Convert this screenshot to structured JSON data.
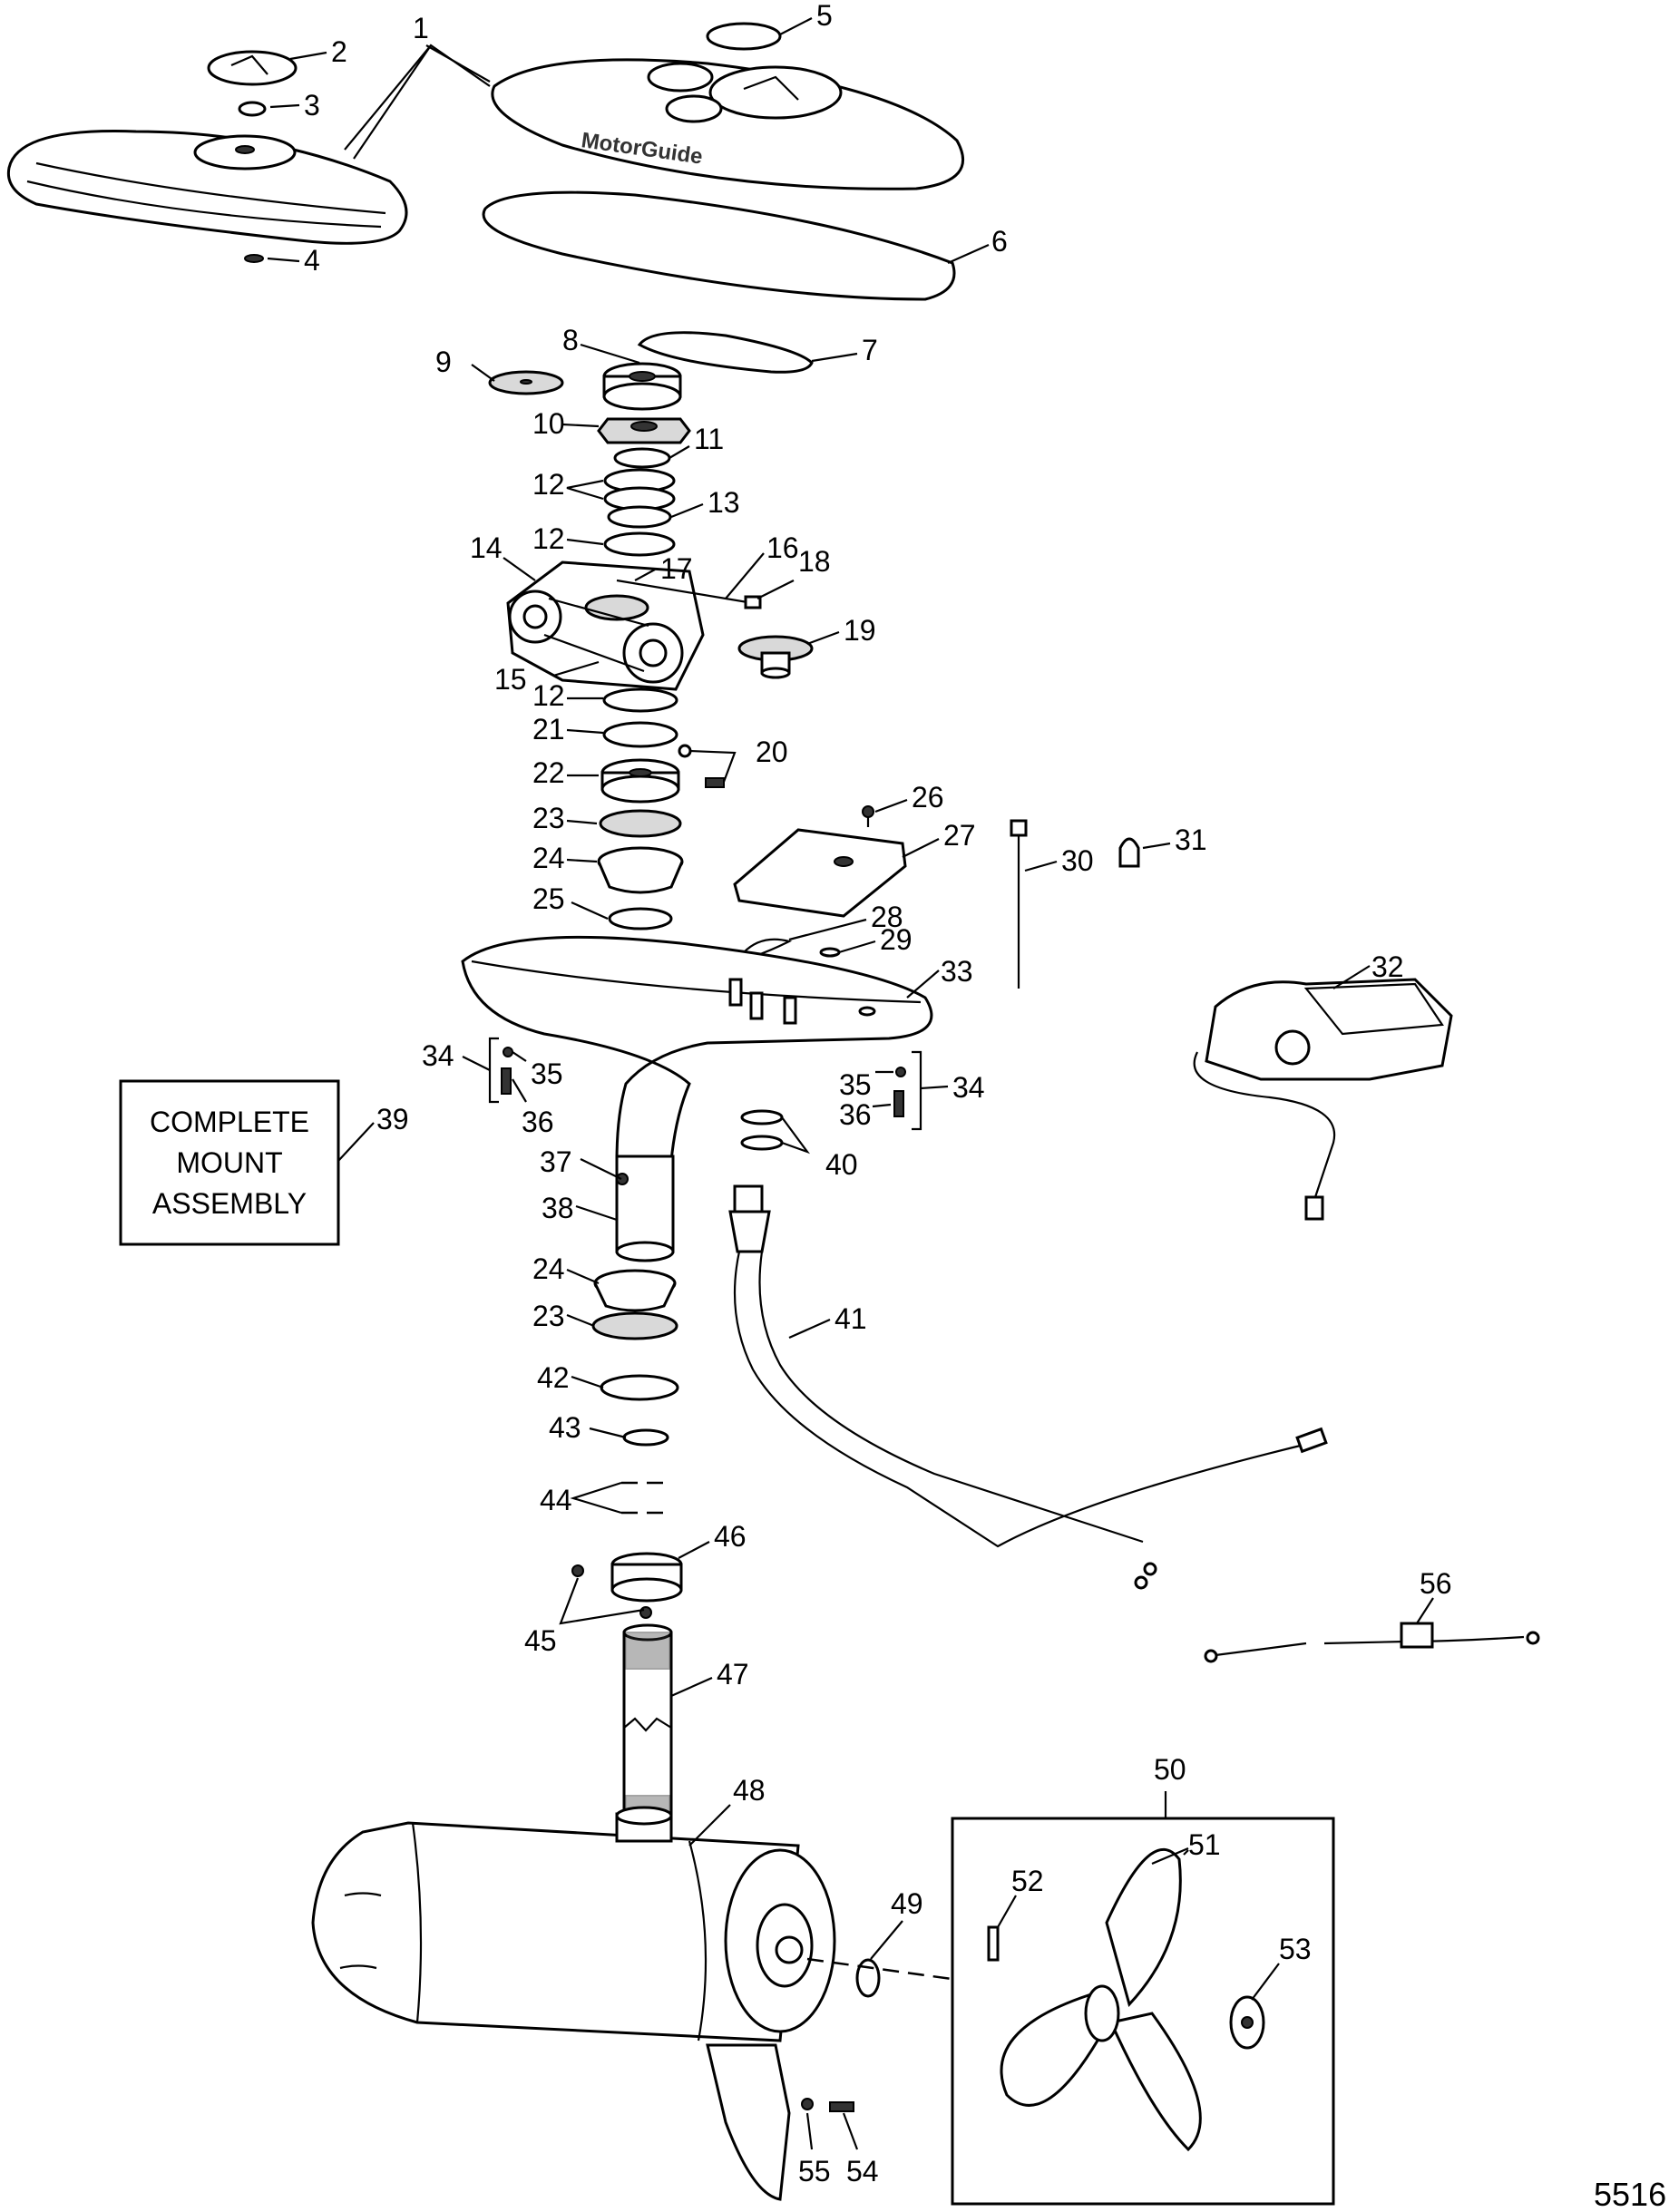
{
  "brand_label": "MotorGuide",
  "figure_number": "5516",
  "assembly_box": {
    "lines": [
      "COMPLETE",
      "MOUNT",
      "ASSEMBLY"
    ],
    "callout": "39"
  },
  "prop_box": {
    "callout": "50"
  },
  "callouts": {
    "c1": "1",
    "c2": "2",
    "c3": "3",
    "c4": "4",
    "c5": "5",
    "c6": "6",
    "c7": "7",
    "c8": "8",
    "c9": "9",
    "c10": "10",
    "c11": "11",
    "c12a": "12",
    "c12b": "12",
    "c12c": "12",
    "c13": "13",
    "c14": "14",
    "c15": "15",
    "c16": "16",
    "c17": "17",
    "c18": "18",
    "c19": "19",
    "c20": "20",
    "c21": "21",
    "c22": "22",
    "c23a": "23",
    "c23b": "23",
    "c24a": "24",
    "c24b": "24",
    "c25": "25",
    "c26": "26",
    "c27": "27",
    "c28": "28",
    "c29": "29",
    "c30": "30",
    "c31": "31",
    "c32": "32",
    "c33": "33",
    "c34a": "34",
    "c34b": "34",
    "c35a": "35",
    "c35b": "35",
    "c36a": "36",
    "c36b": "36",
    "c37": "37",
    "c38": "38",
    "c40": "40",
    "c41": "41",
    "c42": "42",
    "c43": "43",
    "c44": "44",
    "c45": "45",
    "c46": "46",
    "c47": "47",
    "c48": "48",
    "c49": "49",
    "c51": "51",
    "c52": "52",
    "c53": "53",
    "c54": "54",
    "c55": "55",
    "c56": "56"
  }
}
